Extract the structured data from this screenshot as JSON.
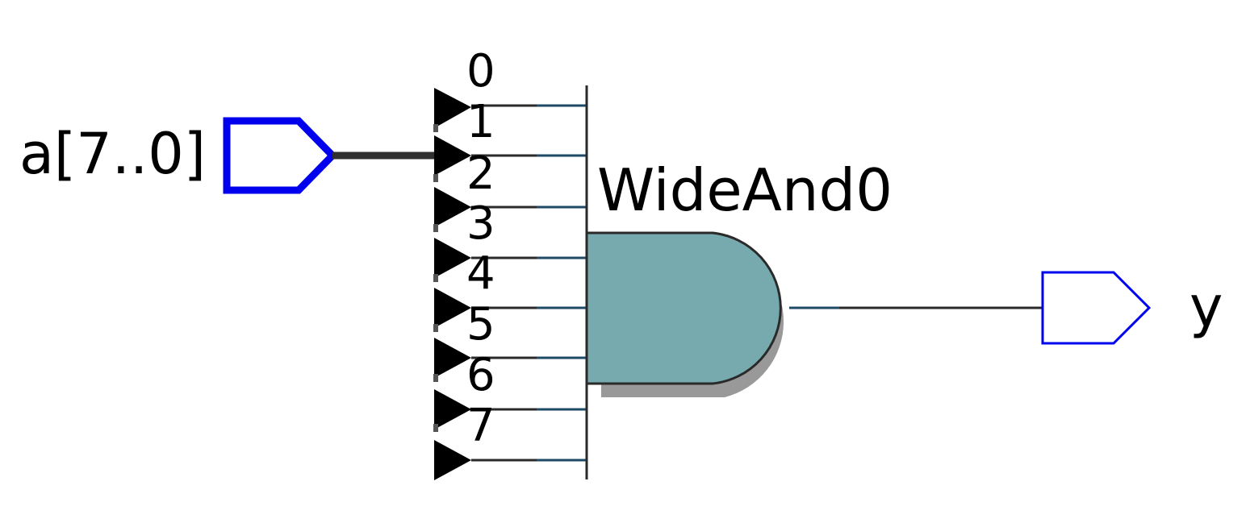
{
  "input_port": {
    "label": "a[7..0]",
    "color": "#0000ee"
  },
  "output_port": {
    "label": "y",
    "color": "#0000ee"
  },
  "splitter": {
    "bits": [
      "0",
      "1",
      "2",
      "3",
      "4",
      "5",
      "6",
      "7"
    ]
  },
  "gate": {
    "label": "WideAnd0",
    "fill": "#76aaae",
    "shadow": "#999999"
  },
  "colors": {
    "wire": "#2a2a2a",
    "bus": "#303030",
    "wire_tint": "#1f4a66"
  }
}
